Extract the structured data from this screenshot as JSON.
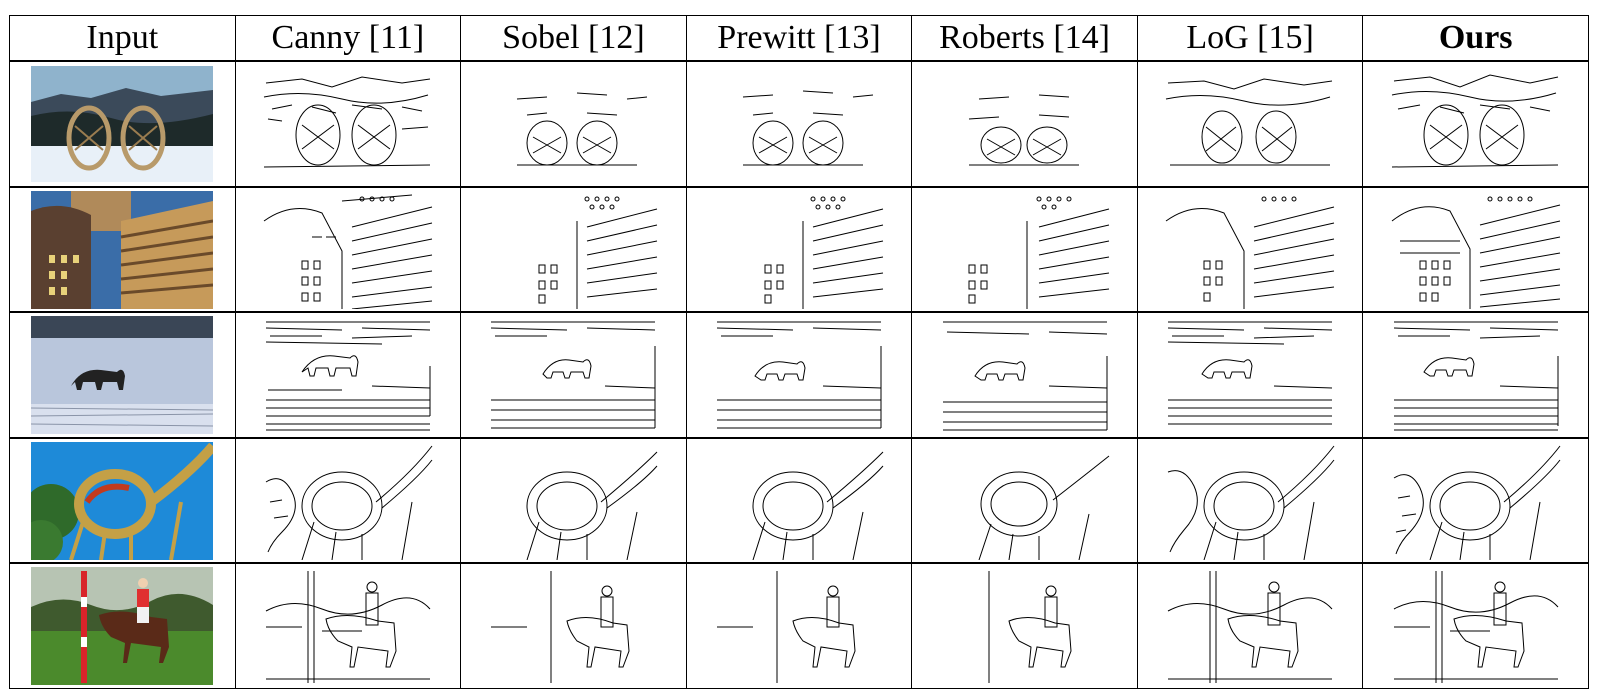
{
  "columns": [
    {
      "label": "Input",
      "bold": false
    },
    {
      "label": "Canny [11]",
      "bold": false
    },
    {
      "label": "Sobel [12]",
      "bold": false
    },
    {
      "label": "Prewitt [13]",
      "bold": false
    },
    {
      "label": "Roberts [14]",
      "bold": false
    },
    {
      "label": "LoG [15]",
      "bold": false
    },
    {
      "label": "Ours",
      "bold": true
    }
  ],
  "rows": [
    {
      "scene": "snowshoes-in-snow",
      "input_colors": {
        "sky": "#8fb3cc",
        "mountain": "#3b4a5a",
        "trees": "#1e2a2a",
        "snow": "#e8f0f8",
        "object": "#b89a6a"
      }
    },
    {
      "scene": "buildings",
      "input_colors": {
        "sky": "#3a6da8",
        "left_building": "#5a4030",
        "right_building": "#c69a5a",
        "stripes": "#6a4a2a"
      }
    },
    {
      "scene": "polar-bear-on-ice",
      "input_colors": {
        "top": "#3a4656",
        "ice": "#b9c6dc",
        "snow": "#d9e0ee",
        "bear": "#222"
      }
    },
    {
      "scene": "roller-coaster-loop",
      "input_colors": {
        "sky": "#1e8ad8",
        "trees": "#2f6a2a",
        "track": "#c4a046",
        "red": "#c23a1e"
      }
    },
    {
      "scene": "polo-rider-on-horse",
      "input_colors": {
        "sky": "#b7c4b3",
        "trees": "#3f5a2e",
        "grass": "#4b8a2c",
        "horse": "#5a2a18",
        "pole": "#d8242a"
      }
    }
  ]
}
